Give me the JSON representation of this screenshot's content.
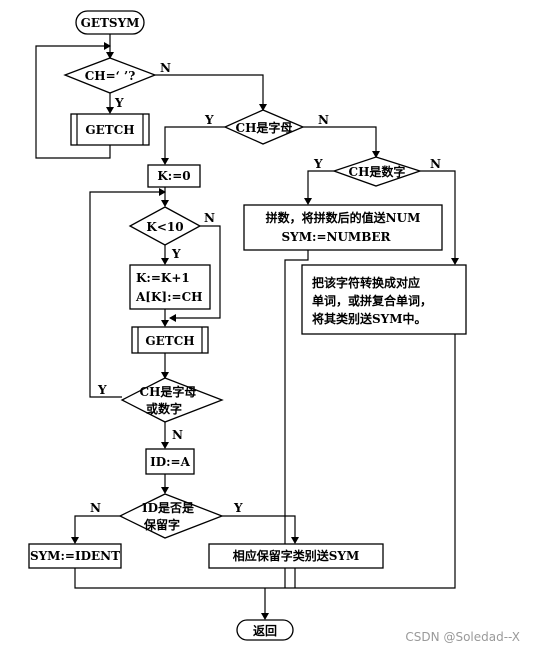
{
  "nodes": {
    "start": "GETSYM",
    "cond_space": "CH=‘ ’?",
    "getch1": "GETCH",
    "cond_letter": "CH是字母",
    "cond_digit": "CH是数字",
    "k_init": "K:=0",
    "cond_k": "K<10",
    "k_assign_1": "K:=K+1",
    "k_assign_2": "A[K]:=CH",
    "getch2": "GETCH",
    "cond_letter_digit_1": "CH是字母",
    "cond_letter_digit_2": "或数字",
    "id_assign": "ID:=A",
    "cond_reserved_1": "ID是否是",
    "cond_reserved_2": "保留字",
    "sym_ident": "SYM:=IDENT",
    "sym_reserved": "相应保留字类别送SYM",
    "number_1": "拼数，将拼数后的值送NUM",
    "number_2": "SYM:=NUMBER",
    "convert_1": "把该字符转换成对应",
    "convert_2": "单词，或拼复合单词，",
    "convert_3": "将其类别送SYM中。",
    "end": "返回"
  },
  "labels": {
    "space_no": "N",
    "space_yes": "Y",
    "letter_yes": "Y",
    "letter_no": "N",
    "digit_yes": "Y",
    "digit_no": "N",
    "k_no": "N",
    "k_yes": "Y",
    "letter_digit_yes": "Y",
    "letter_digit_no": "N",
    "reserved_no": "N",
    "reserved_yes": "Y"
  },
  "watermark": "CSDN @Soledad--X"
}
